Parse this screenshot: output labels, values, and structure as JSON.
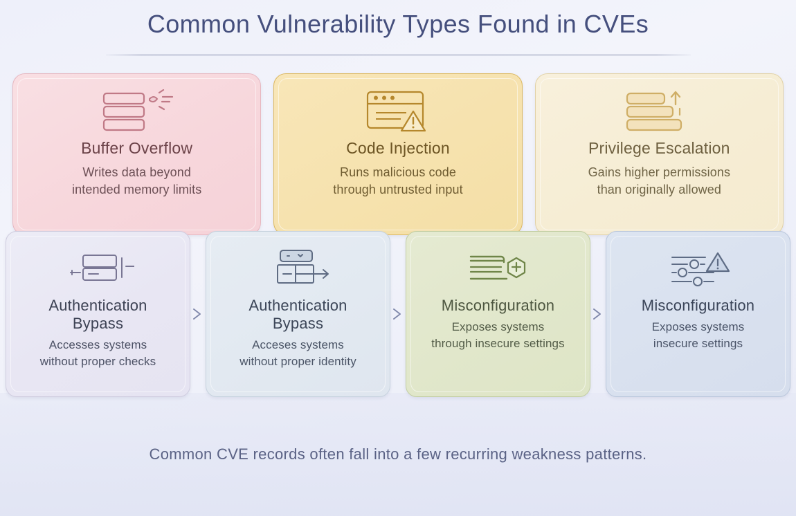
{
  "header": {
    "title": "Common Vulnerability Types Found in CVEs"
  },
  "rows": {
    "top": [
      {
        "icon": "buffer-overflow-icon",
        "title": "Buffer Overflow",
        "desc_line1": "Writes data beyond",
        "desc_line2": "intended memory limits",
        "accent": "#c27d89",
        "background": "#f7d7dc"
      },
      {
        "icon": "code-injection-warning-icon",
        "title": "Code Injection",
        "desc_line1": "Runs malicious code",
        "desc_line2": "through untrusted input",
        "accent": "#b8860b",
        "background": "#f6e2ae"
      },
      {
        "icon": "privilege-escalation-arrow-icon",
        "title": "Privilege Escalation",
        "desc_line1": "Gains higher permissions",
        "desc_line2": "than originally allowed",
        "accent": "#d4b473",
        "background": "#f6edd4"
      }
    ],
    "bottom": [
      {
        "icon": "auth-bypass-bars-icon",
        "title_line1": "Authentication",
        "title_line2": "Bypass",
        "desc_line1": "Accesses systems",
        "desc_line2": "without proper checks",
        "accent": "#6e6b8a",
        "background": "#e8e6f3"
      },
      {
        "icon": "auth-bypass-exit-arrow-icon",
        "title_line1": "Authentication",
        "title_line2": "Bypass",
        "desc_line1": "Acceses systems",
        "desc_line2": "without proper identity",
        "accent": "#5a6880",
        "background": "#e2e9f1"
      },
      {
        "icon": "misconfiguration-hex-plus-icon",
        "title_line1": "Misconfiguration",
        "title_line2": "",
        "desc_line1": "Exposes systems",
        "desc_line2": "through insecure settings",
        "accent": "#6b8047",
        "background": "#e1e7cb"
      },
      {
        "icon": "misconfiguration-sliders-warning-icon",
        "title_line1": "Misconfiguration",
        "title_line2": "",
        "desc_line1": "Exposes systems",
        "desc_line2": "insecure settings",
        "accent": "#5d6c85",
        "background": "#d9e1ef"
      }
    ]
  },
  "connectors": {
    "glyph": "arrow-right-icon",
    "color": "#7d84a6",
    "count": 3
  },
  "footer": {
    "text": "Common CVE records often fall into a few recurring weakness patterns."
  }
}
